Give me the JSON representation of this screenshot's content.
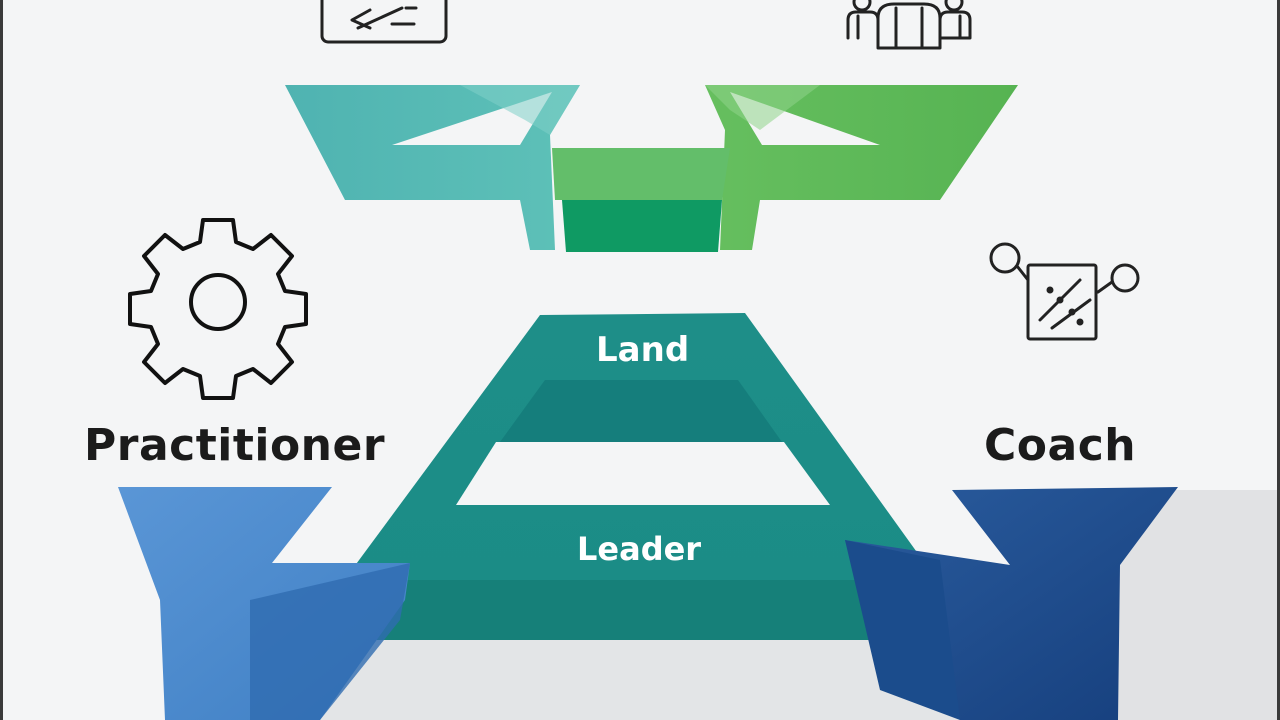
{
  "labels": {
    "practitioner": "Practitioner",
    "coach": "Coach",
    "land": "Land",
    "leader": "Leader"
  },
  "icons": [
    "code-window-icon",
    "team-icon",
    "gear-icon",
    "board-icon"
  ],
  "colors": {
    "teal": "#4fb3b1",
    "green": "#5cb85c",
    "dark_green": "#129a64",
    "ladder_teal": "#1f9088",
    "light_blue": "#5b94d3",
    "dark_blue": "#1f4f90",
    "background": "#f4f5f6",
    "text": "#1b1b1b"
  }
}
